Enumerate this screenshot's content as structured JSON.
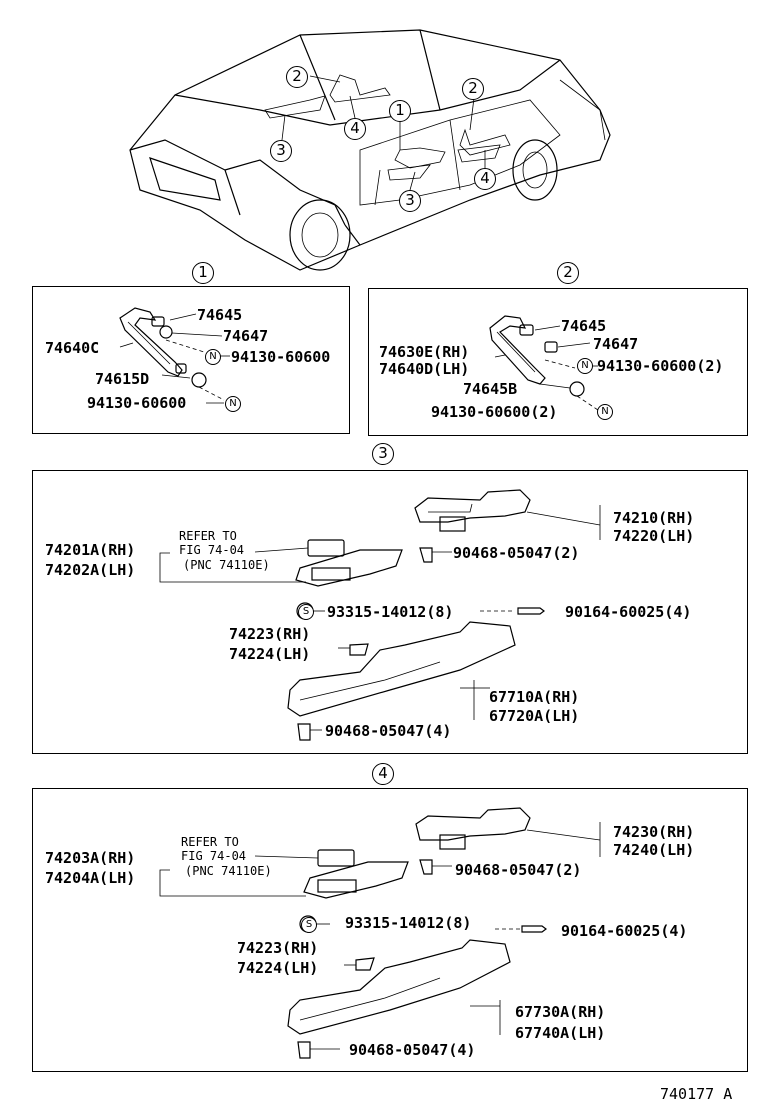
{
  "overview": {
    "callouts": [
      "2",
      "4",
      "3",
      "1",
      "2",
      "3",
      "4"
    ]
  },
  "section1": {
    "callout": "1",
    "labels": {
      "p74645": "74645",
      "p74647": "74647",
      "p74640c": "74640C",
      "p94130a": "94130-60600",
      "p74615d": "74615D",
      "p94130b": "94130-60600",
      "nut_a": "N",
      "nut_b": "N"
    }
  },
  "section2": {
    "callout": "2",
    "labels": {
      "p74645": "74645",
      "p74647": "74647",
      "p74630e": "74630E(RH)",
      "p74640d": "74640D(LH)",
      "p94130a": "94130-60600(2)",
      "p74645b": "74645B",
      "p94130b": "94130-60600(2)",
      "nut_a": "N",
      "nut_b": "N"
    }
  },
  "section3": {
    "callout": "3",
    "labels": {
      "refer_to": "REFER TO",
      "fig": "FIG 74-04",
      "pnc": "(PNC 74110E)",
      "p74201a": "74201A(RH)",
      "p74202a": "74202A(LH)",
      "p74210": "74210(RH)",
      "p74220": "74220(LH)",
      "p90468a": "90468-05047(2)",
      "s_tag": "S",
      "p93315": "93315-14012(8)",
      "p90164": "90164-60025(4)",
      "p74223": "74223(RH)",
      "p74224": "74224(LH)",
      "p67710a": "67710A(RH)",
      "p67720a": "67720A(LH)",
      "p90468b": "90468-05047(4)"
    }
  },
  "section4": {
    "callout": "4",
    "labels": {
      "refer_to": "REFER TO",
      "fig": "FIG 74-04",
      "pnc": "(PNC 74110E)",
      "p74203a": "74203A(RH)",
      "p74204a": "74204A(LH)",
      "p74230": "74230(RH)",
      "p74240": "74240(LH)",
      "p90468a": "90468-05047(2)",
      "s_tag": "S",
      "p93315": "93315-14012(8)",
      "p90164": "90164-60025(4)",
      "p74223": "74223(RH)",
      "p74224": "74224(LH)",
      "p67730a": "67730A(RH)",
      "p67740a": "67740A(LH)",
      "p90468b": "90468-05047(4)"
    }
  },
  "footer": {
    "code": "740177 A"
  }
}
